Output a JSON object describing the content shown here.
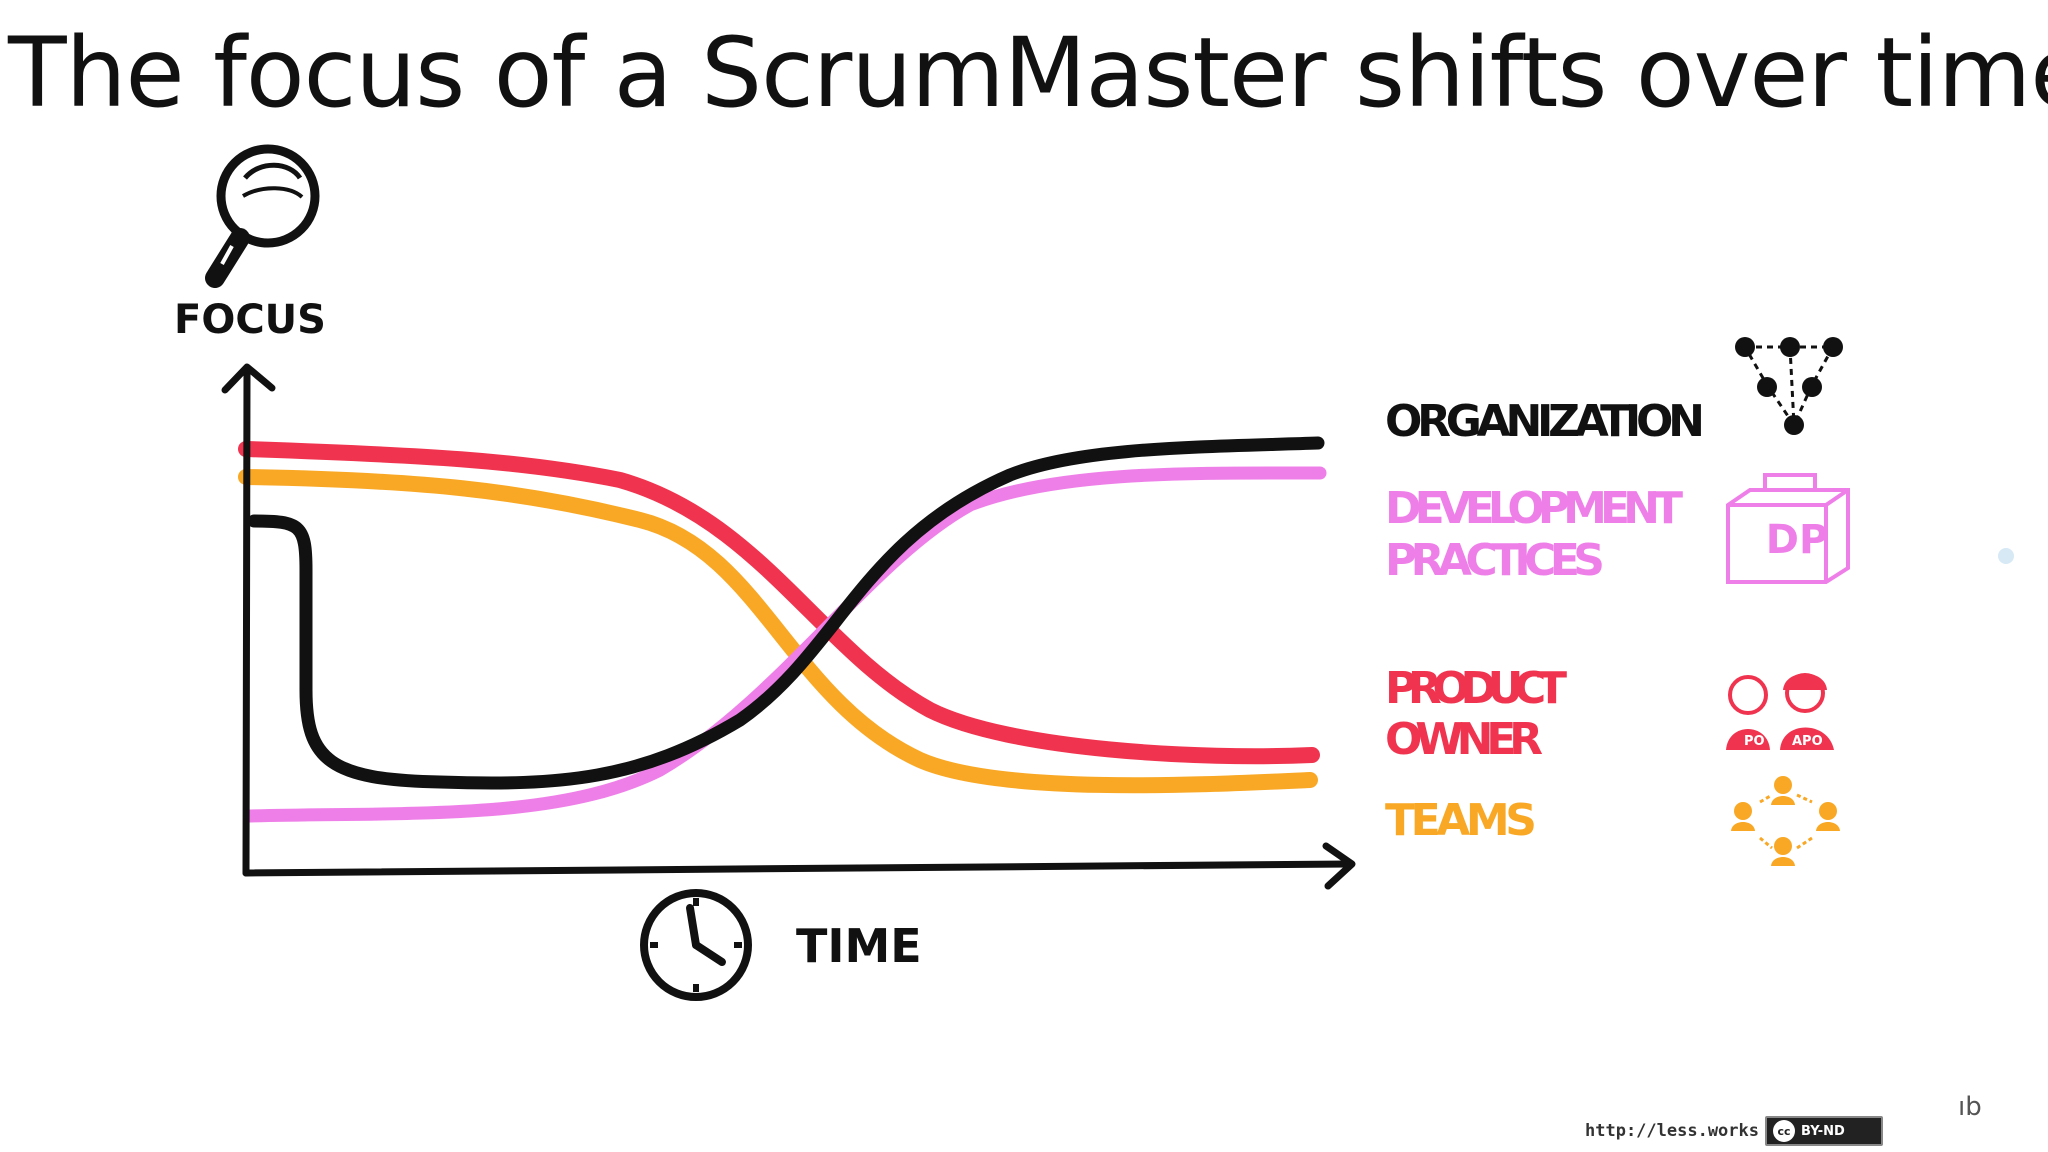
{
  "title": "The focus of a ScrumMaster shifts over time",
  "axes": {
    "y_label": "FOCUS",
    "x_label": "TIME",
    "y_icon": "magnifier-icon",
    "x_icon": "clock-icon"
  },
  "legend": [
    {
      "key": "organization",
      "lines": [
        "ORGANIZATION"
      ],
      "color": "#111111",
      "icon": "network-icon"
    },
    {
      "key": "development",
      "lines": [
        "DEVELOPMENT",
        "PRACTICES"
      ],
      "color": "#ef7fe8",
      "icon": "dp-box-icon",
      "icon_text": "DP"
    },
    {
      "key": "product_owner",
      "lines": [
        "PRODUCT",
        "OWNER"
      ],
      "color": "#f0344f",
      "icon": "product-owner-people-icon",
      "badges": [
        "PO",
        "APO"
      ]
    },
    {
      "key": "teams",
      "lines": [
        "TEAMS"
      ],
      "color": "#f9a825",
      "icon": "teams-circle-icon"
    }
  ],
  "footer": {
    "url": "http://less.works",
    "license": "BY-ND",
    "cc": "cc"
  },
  "slide_fragment": "ıb"
}
